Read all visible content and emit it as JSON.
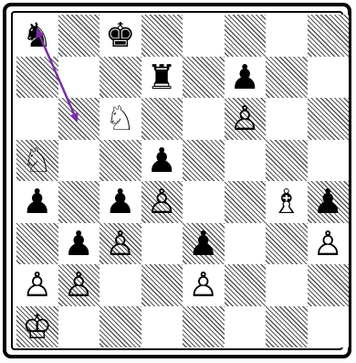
{
  "board": {
    "ranks": [
      [
        "bn",
        "",
        "bk",
        "",
        "",
        "",
        "",
        ""
      ],
      [
        "",
        "",
        "",
        "br",
        "",
        "bp",
        "",
        ""
      ],
      [
        "",
        "",
        "wn",
        "",
        "",
        "wp",
        "",
        ""
      ],
      [
        "wn",
        "",
        "",
        "bp",
        "",
        "",
        "",
        ""
      ],
      [
        "bp",
        "",
        "bp",
        "wp",
        "",
        "",
        "wb",
        "bp"
      ],
      [
        "",
        "bp",
        "wp",
        "",
        "bp",
        "",
        "",
        "wp"
      ],
      [
        "wp",
        "wp",
        "",
        "",
        "wp",
        "",
        "",
        ""
      ],
      [
        "wk",
        "",
        "",
        "",
        "",
        "",
        "",
        ""
      ]
    ],
    "glyphs": {
      "wk": "♔",
      "wq": "♕",
      "wr": "♖",
      "wb": "♗",
      "wn": "♘",
      "wp": "♙",
      "bk": "♚",
      "bq": "♛",
      "br": "♜",
      "bb": "♝",
      "bn": "♞",
      "bp": "♟"
    },
    "piece_names": {
      "wk": "white-king-icon",
      "wq": "white-queen-icon",
      "wr": "white-rook-icon",
      "wb": "white-bishop-icon",
      "wn": "white-knight-icon",
      "wp": "white-pawn-icon",
      "bk": "black-king-icon",
      "bq": "black-queen-icon",
      "br": "black-rook-icon",
      "bb": "black-bishop-icon",
      "bn": "black-knight-icon",
      "bp": "black-pawn-icon"
    },
    "arrow": {
      "from": "a8",
      "to": "b6",
      "color": "#7b2fa8"
    }
  }
}
